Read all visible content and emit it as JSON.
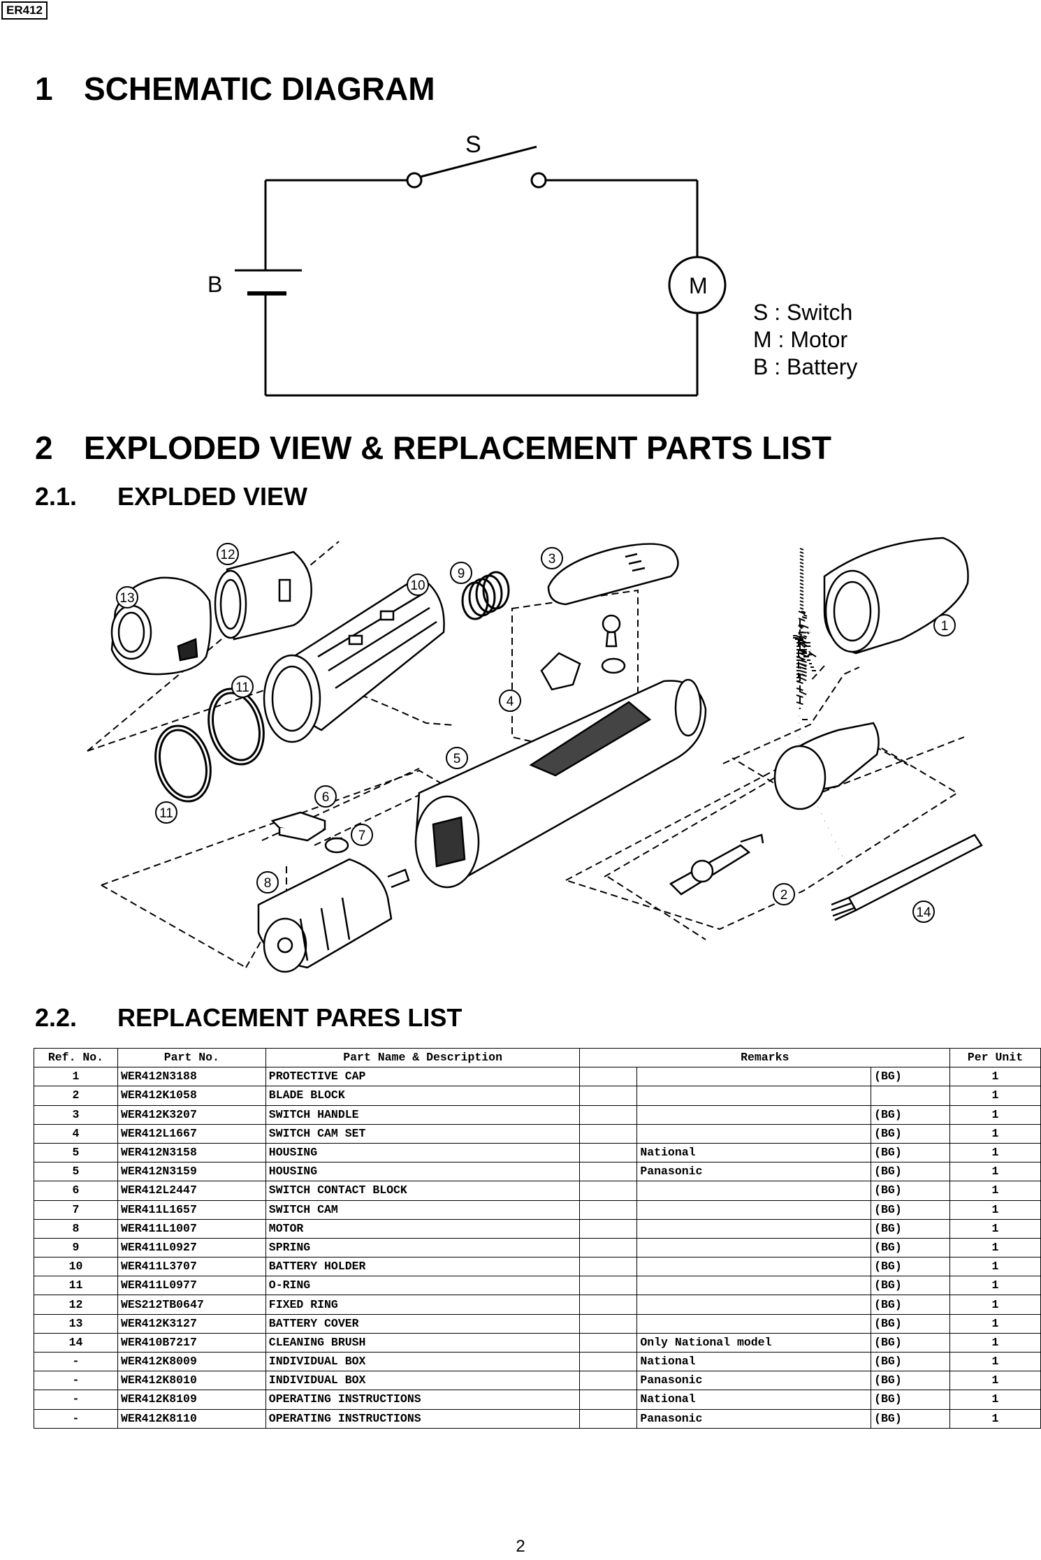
{
  "model": "ER412",
  "section1": {
    "number": "1",
    "title": "SCHEMATIC DIAGRAM"
  },
  "schematic": {
    "switch_label": "S",
    "motor_label": "M",
    "battery_label": "B",
    "legend": [
      "S : Switch",
      "M : Motor",
      "B : Battery"
    ]
  },
  "section2": {
    "number": "2",
    "title": "EXPLODED VIEW & REPLACEMENT PARTS LIST"
  },
  "section2_1": {
    "number": "2.1.",
    "title": "EXPLDED VIEW"
  },
  "exploded_callouts": [
    "1",
    "2",
    "3",
    "4",
    "5",
    "6",
    "7",
    "8",
    "9",
    "10",
    "11",
    "11",
    "12",
    "13",
    "14"
  ],
  "section2_2": {
    "number": "2.2.",
    "title": "REPLACEMENT PARES LIST"
  },
  "parts_table": {
    "headers": [
      "Ref. No.",
      "Part No.",
      "Part Name & Description",
      "Remarks",
      "Per Unit"
    ],
    "rows": [
      [
        "1",
        "WER412N3188",
        "PROTECTIVE CAP",
        "",
        "(BG)",
        "1"
      ],
      [
        "2",
        "WER412K1058",
        "BLADE BLOCK",
        "",
        "",
        "1"
      ],
      [
        "3",
        "WER412K3207",
        "SWITCH HANDLE",
        "",
        "(BG)",
        "1"
      ],
      [
        "4",
        "WER412L1667",
        "SWITCH CAM SET",
        "",
        "(BG)",
        "1"
      ],
      [
        "5",
        "WER412N3158",
        "HOUSING",
        "National",
        "(BG)",
        "1"
      ],
      [
        "5",
        "WER412N3159",
        "HOUSING",
        "Panasonic",
        "(BG)",
        "1"
      ],
      [
        "6",
        "WER412L2447",
        "SWITCH CONTACT BLOCK",
        "",
        "(BG)",
        "1"
      ],
      [
        "7",
        "WER411L1657",
        "SWITCH CAM",
        "",
        "(BG)",
        "1"
      ],
      [
        "8",
        "WER411L1007",
        "MOTOR",
        "",
        "(BG)",
        "1"
      ],
      [
        "9",
        "WER411L0927",
        "SPRING",
        "",
        "(BG)",
        "1"
      ],
      [
        "10",
        "WER411L3707",
        "BATTERY HOLDER",
        "",
        "(BG)",
        "1"
      ],
      [
        "11",
        "WER411L0977",
        "O-RING",
        "",
        "(BG)",
        "1"
      ],
      [
        "12",
        "WES212TB0647",
        "FIXED RING",
        "",
        "(BG)",
        "1"
      ],
      [
        "13",
        "WER412K3127",
        "BATTERY COVER",
        "",
        "(BG)",
        "1"
      ],
      [
        "14",
        "WER410B7217",
        "CLEANING BRUSH",
        "Only National model",
        "(BG)",
        "1"
      ],
      [
        "-",
        "WER412K8009",
        "INDIVIDUAL BOX",
        "National",
        "(BG)",
        "1"
      ],
      [
        "-",
        "WER412K8010",
        "INDIVIDUAL BOX",
        "Panasonic",
        "(BG)",
        "1"
      ],
      [
        "-",
        "WER412K8109",
        "OPERATING INSTRUCTIONS",
        "National",
        "(BG)",
        "1"
      ],
      [
        "-",
        "WER412K8110",
        "OPERATING INSTRUCTIONS",
        "Panasonic",
        "(BG)",
        "1"
      ]
    ]
  },
  "page_number": "2"
}
